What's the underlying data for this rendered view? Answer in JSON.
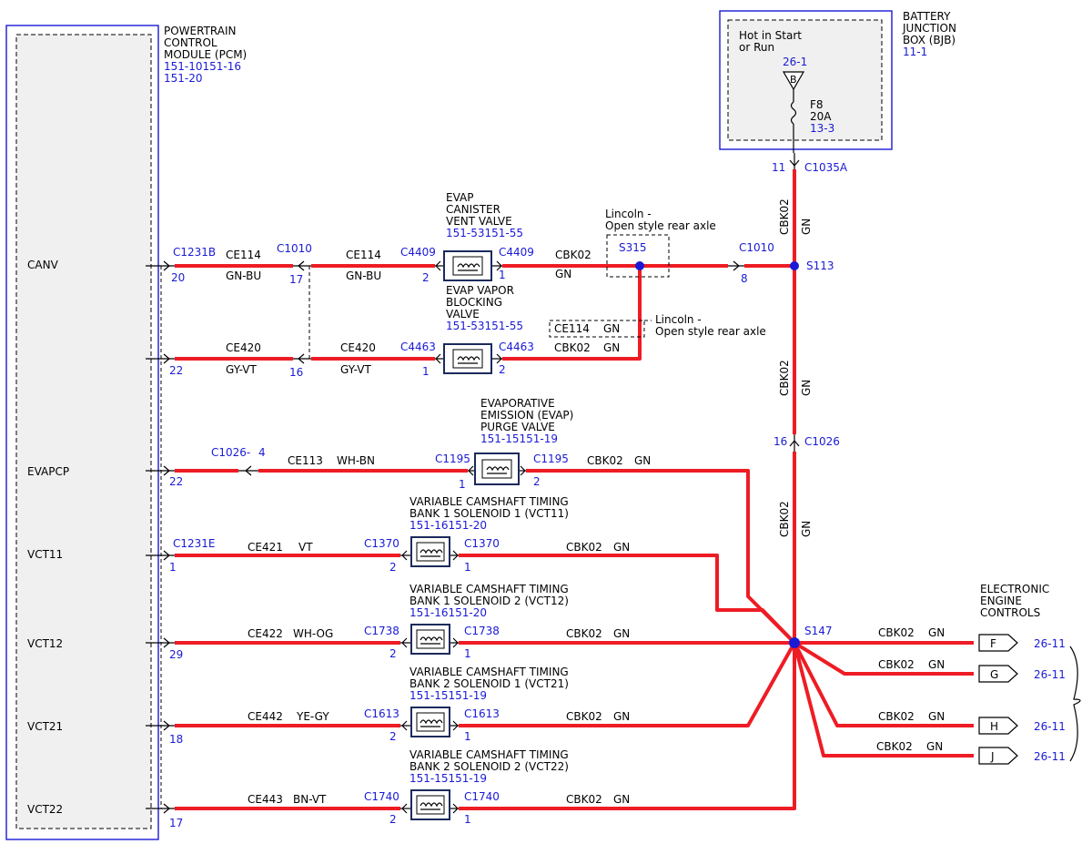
{
  "pcm": {
    "title": [
      "POWERTRAIN",
      "CONTROL",
      "MODULE (PCM)"
    ],
    "refs": [
      "151-10151-16",
      "151-20"
    ],
    "pins": {
      "canv": "CANV",
      "evapcp": "EVAPCP",
      "vct11": "VCT11",
      "vct12": "VCT12",
      "vct21": "VCT21",
      "vct22": "VCT22"
    }
  },
  "bjb": {
    "title": [
      "BATTERY",
      "JUNCTION",
      "BOX (BJB)"
    ],
    "ref": "11-1",
    "hot": [
      "Hot in Start",
      "or Run"
    ],
    "bus_ref": "26-1",
    "bus_letter": "B",
    "fuse": "F8",
    "amps": "20A",
    "fuse_ref": "13-3",
    "pin": "11",
    "connector": "C1035A"
  },
  "components": {
    "vent": {
      "lines": [
        "EVAP",
        "CANISTER",
        "VENT VALVE"
      ],
      "ref": "151-53151-55"
    },
    "block": {
      "lines": [
        "EVAP VAPOR",
        "BLOCKING",
        "VALVE"
      ],
      "ref": "151-53151-55"
    },
    "purge": {
      "lines": [
        "EVAPORATIVE",
        "EMISSION (EVAP)",
        "PURGE VALVE"
      ],
      "ref": "151-15151-19"
    },
    "vct11": {
      "lines": [
        "VARIABLE CAMSHAFT TIMING",
        "BANK 1 SOLENOID 1 (VCT11)"
      ],
      "ref": "151-16151-20"
    },
    "vct12": {
      "lines": [
        "VARIABLE CAMSHAFT TIMING",
        "BANK 1 SOLENOID 2 (VCT12)"
      ],
      "ref": "151-16151-20"
    },
    "vct21": {
      "lines": [
        "VARIABLE CAMSHAFT TIMING",
        "BANK 2 SOLENOID 1 (VCT21)"
      ],
      "ref": "151-15151-19"
    },
    "vct22": {
      "lines": [
        "VARIABLE CAMSHAFT TIMING",
        "BANK 2 SOLENOID 2 (VCT22)"
      ],
      "ref": "151-15151-19"
    }
  },
  "connectors": {
    "c1231b": "C1231B",
    "c1231e": "C1231E",
    "c1010": "C1010",
    "c1026": "C1026-",
    "c1026b": "C1026",
    "c4409": "C4409",
    "c4463": "C4463",
    "c1195": "C1195",
    "c1370": "C1370",
    "c1738": "C1738",
    "c1613": "C1613",
    "c1740": "C1740"
  },
  "splices": {
    "s315": "S315",
    "s113": "S113",
    "s147": "S147"
  },
  "pins": {
    "p1": "1",
    "p2": "2",
    "p4": "4",
    "p8": "8",
    "p16": "16",
    "p17": "17",
    "p18": "18",
    "p20": "20",
    "p22": "22",
    "p29": "29"
  },
  "circuits": {
    "ce114": "CE114",
    "ce420": "CE420",
    "ce113": "CE113",
    "ce421": "CE421",
    "ce422": "CE422",
    "ce442": "CE442",
    "ce443": "CE443",
    "cbk02": "CBK02"
  },
  "colors": {
    "gnbu": "GN-BU",
    "gyvt": "GY-VT",
    "gn": "GN",
    "whbn": "WH-BN",
    "vt": "VT",
    "whog": "WH-OG",
    "yegy": "YE-GY",
    "bnvt": "BN-VT"
  },
  "notes": {
    "lincoln": [
      "Lincoln -",
      "Open style rear axle"
    ]
  },
  "eec": {
    "title": [
      "ELECTRONIC",
      "ENGINE",
      "CONTROLS"
    ],
    "letters": [
      "F",
      "G",
      "H",
      "J"
    ],
    "ref": "26-11"
  },
  "style": {
    "wire": "#ee1c24",
    "label": "#1a1ad6",
    "module_bg": "#f0f0f0"
  }
}
